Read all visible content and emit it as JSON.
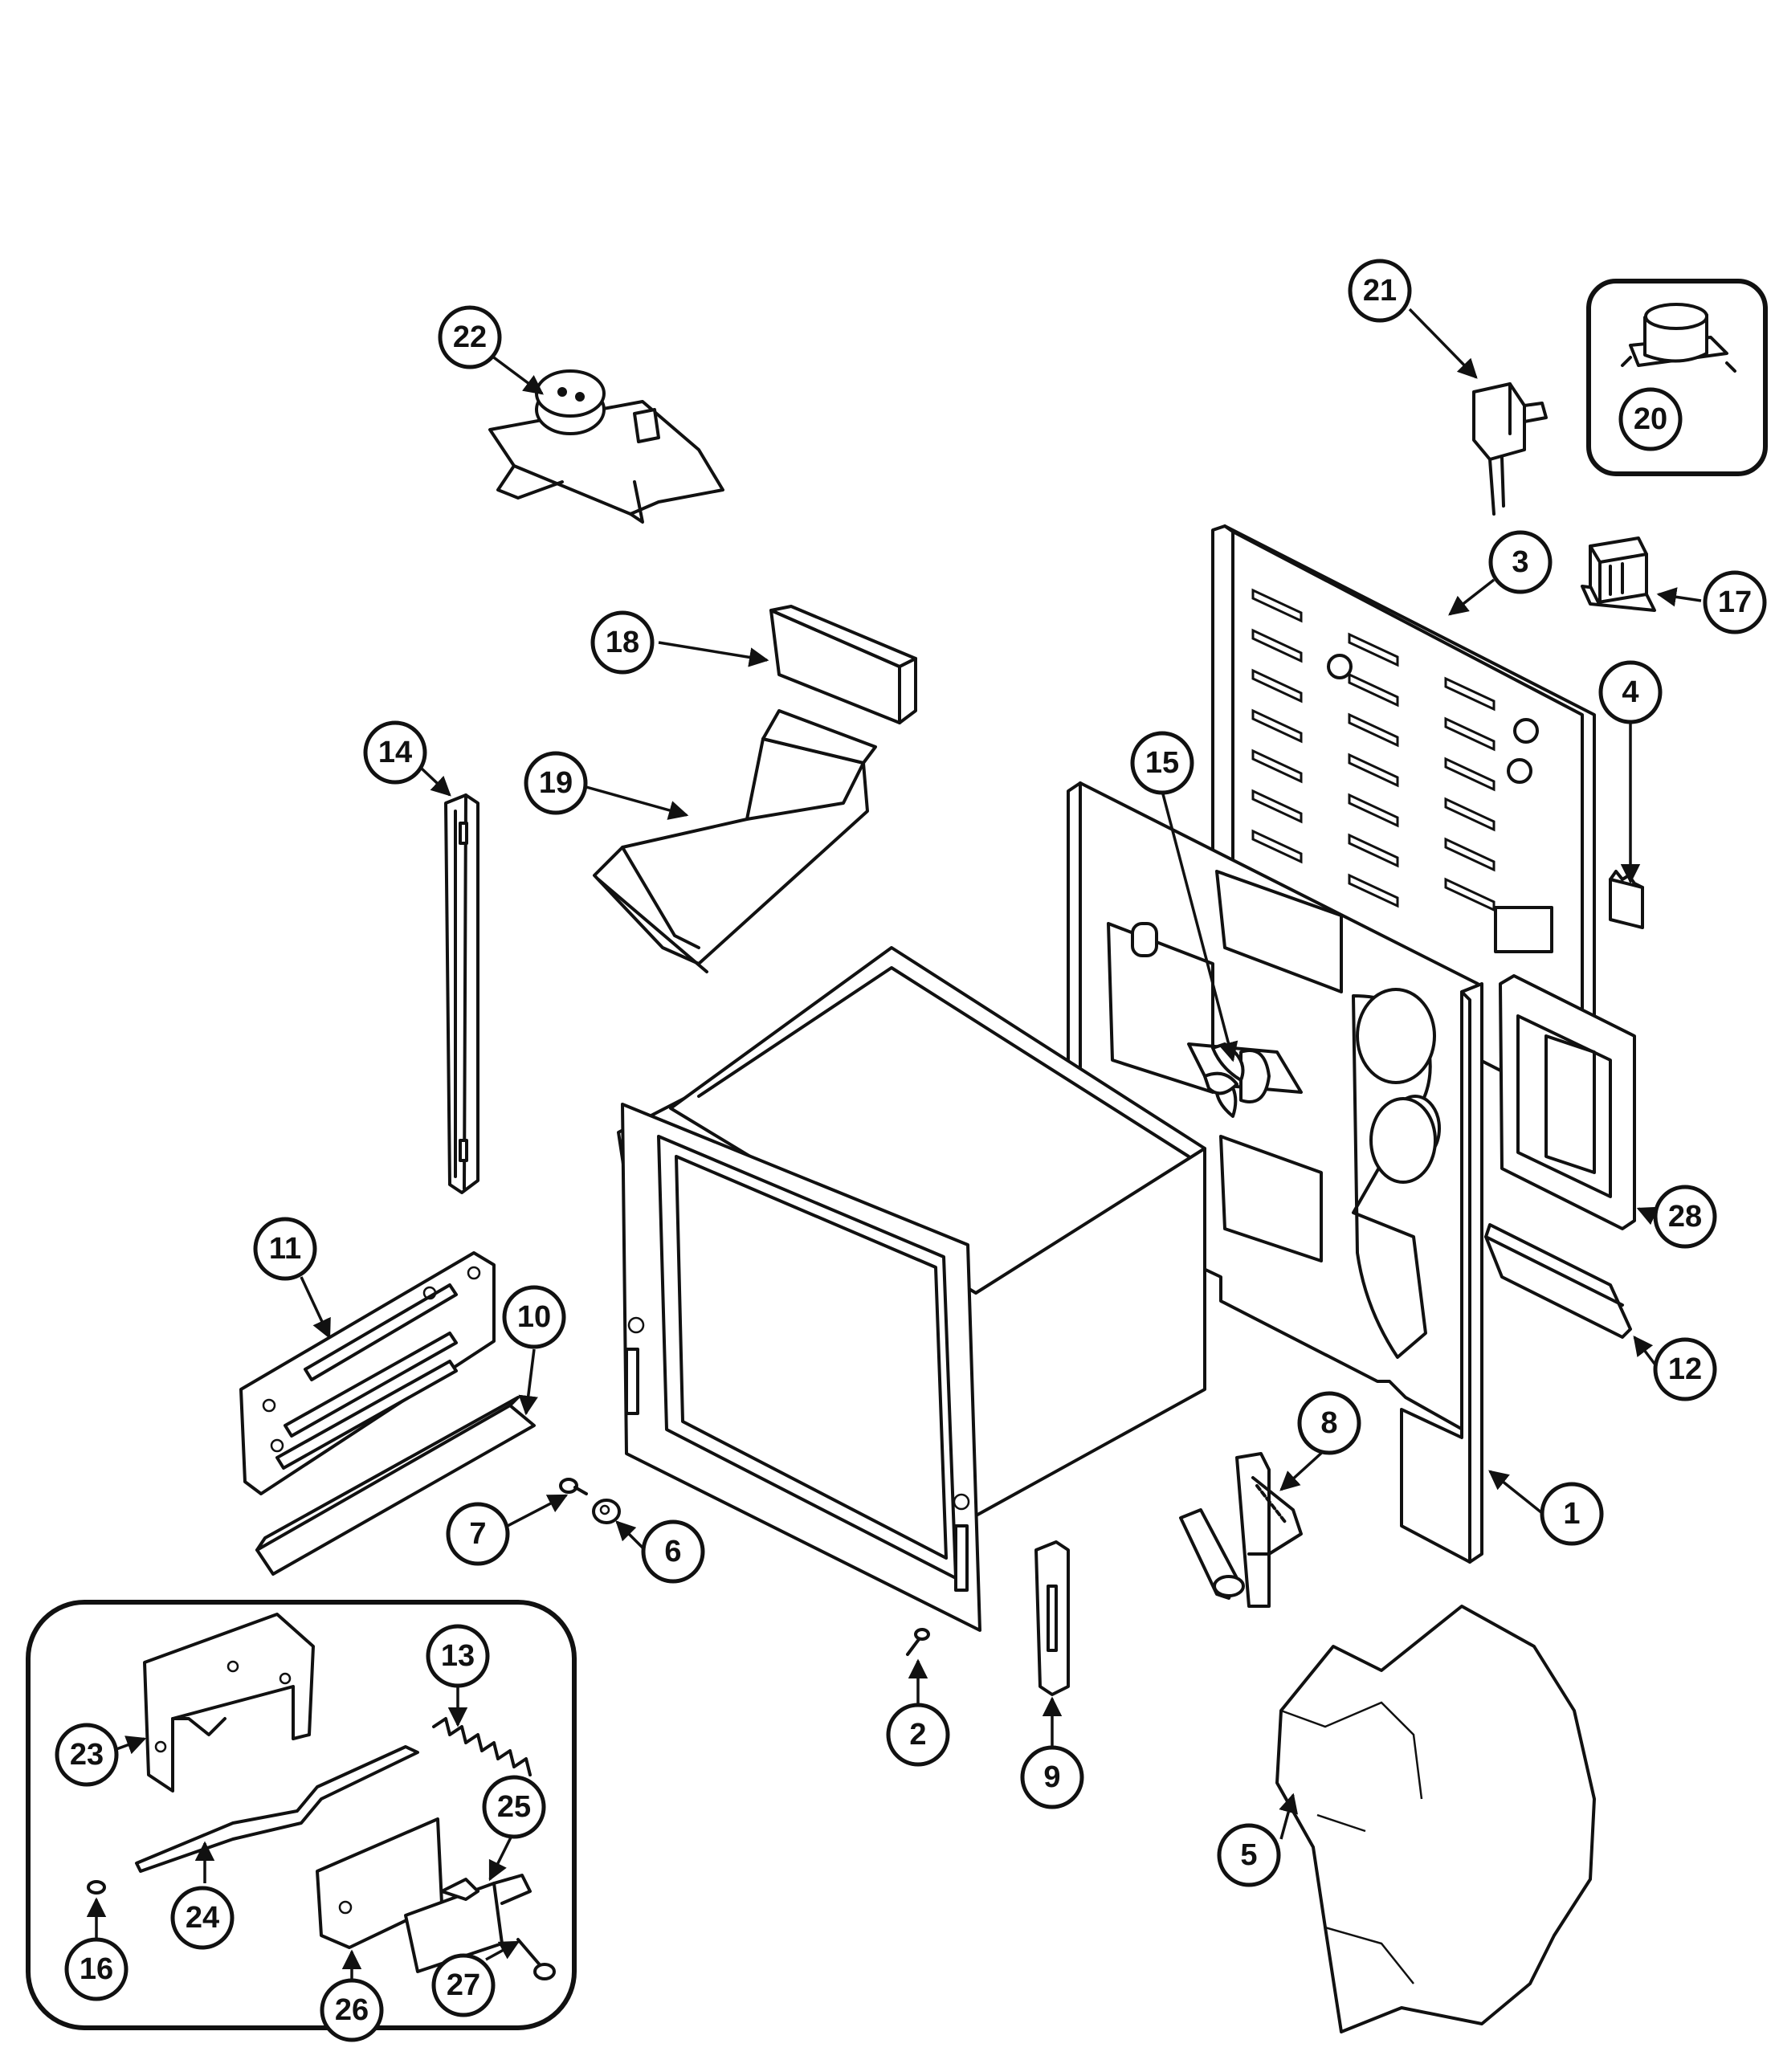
{
  "callouts": [
    "1",
    "2",
    "3",
    "4",
    "5",
    "6",
    "7",
    "8",
    "9",
    "10",
    "11",
    "12",
    "13",
    "14",
    "15",
    "16",
    "17",
    "18",
    "19",
    "20",
    "21",
    "22",
    "23",
    "24",
    "25",
    "26",
    "27",
    "28"
  ],
  "colors": {
    "line": "#111111",
    "background": "#ffffff"
  }
}
